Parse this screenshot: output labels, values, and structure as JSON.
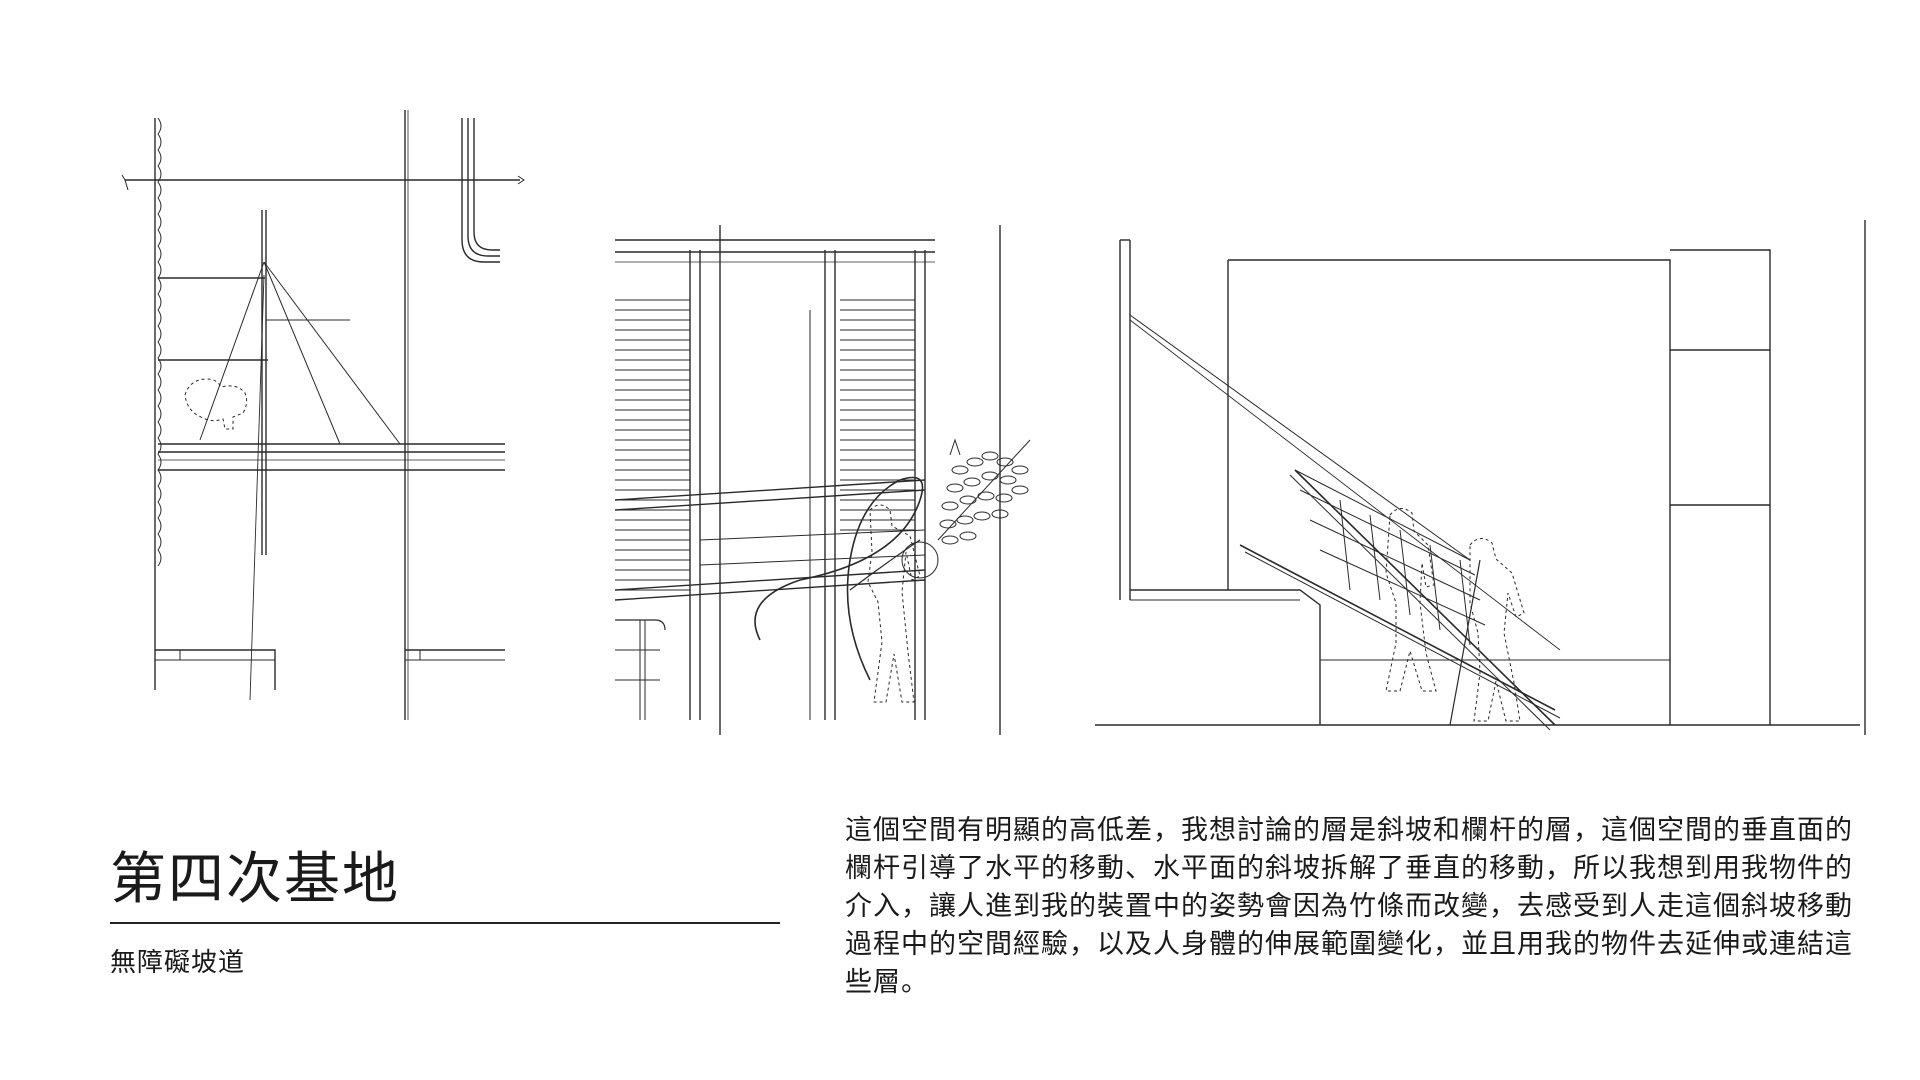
{
  "heading": {
    "title": "第四次基地",
    "subtitle": "無障礙坡道"
  },
  "description": "這個空間有明顯的高低差，我想討論的層是斜坡和欄杆的層，這個空間的垂直面的欄杆引導了水平的移動、水平面的斜坡拆解了垂直的移動，所以我想到用我物件的介入，讓人進到我的裝置中的姿勢會因為竹條而改變，去感受到人走這個斜坡移動過程中的空間經驗，以及人身體的伸展範圍變化，並且用我的物件去延伸或連結這些層。",
  "colors": {
    "ink": "#1a1a1a",
    "paper": "#ffffff"
  }
}
